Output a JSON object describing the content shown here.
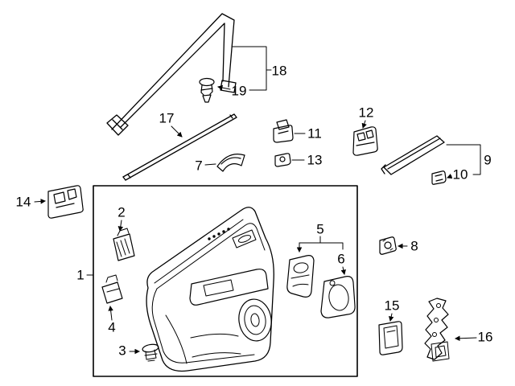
{
  "diagram": {
    "background": "#ffffff",
    "line_color": "#000000"
  },
  "callouts": {
    "c1": "1",
    "c2": "2",
    "c3": "3",
    "c4": "4",
    "c5": "5",
    "c6": "6",
    "c7": "7",
    "c8": "8",
    "c9": "9",
    "c10": "10",
    "c11": "11",
    "c12": "12",
    "c13": "13",
    "c14": "14",
    "c15": "15",
    "c16": "16",
    "c17": "17",
    "c18": "18",
    "c19": "19"
  }
}
